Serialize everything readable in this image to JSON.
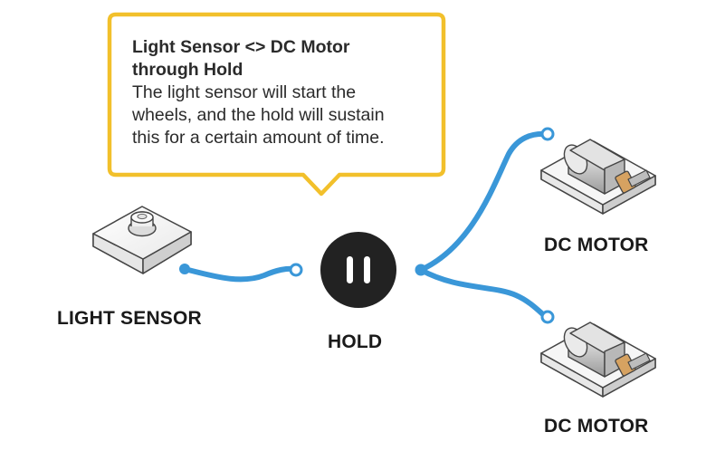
{
  "callout": {
    "title_line1": "Light Sensor <> DC Motor",
    "title_line2": "through Hold",
    "body_line1": "The light sensor will start the",
    "body_line2": "wheels, and the hold will sustain",
    "body_line3": "this for a certain amount of time."
  },
  "nodes": {
    "light_sensor": {
      "label": "LIGHT SENSOR"
    },
    "hold": {
      "label": "HOLD"
    },
    "motor_top": {
      "label": "DC MOTOR"
    },
    "motor_bottom": {
      "label": "DC MOTOR"
    }
  },
  "colors": {
    "wire": "#3a97d8",
    "callout_border": "#f2c02b",
    "hold_fill": "#222222",
    "module_body": "#f6f6f6",
    "motor_hub": "#d6a261"
  }
}
